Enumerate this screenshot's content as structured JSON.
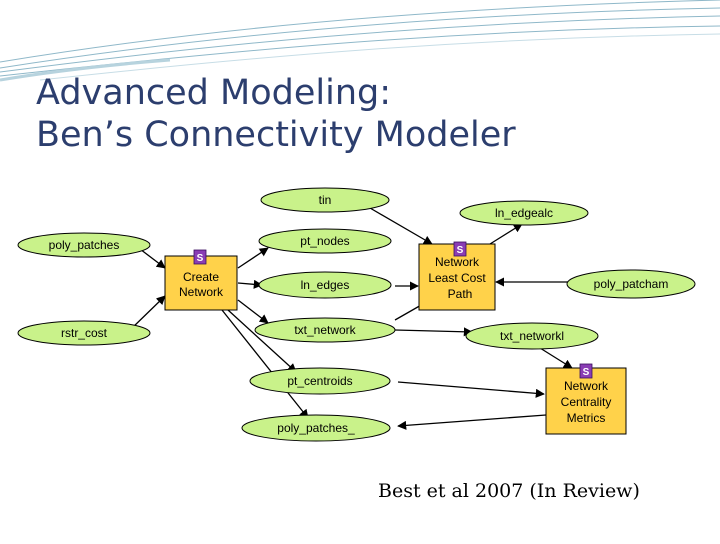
{
  "slide": {
    "title_line1": "Advanced Modeling:",
    "title_line2": "Ben’s Connectivity Modeler",
    "citation": "Best et al 2007 (In Review)"
  },
  "diagram": {
    "nodes": {
      "tin": "tin",
      "ln_edgealc": "ln_edgealc",
      "poly_patches": "poly_patches",
      "pt_nodes": "pt_nodes",
      "create_network": [
        "Create",
        "Network"
      ],
      "ln_edges": "ln_edges",
      "network_least_cost_path": [
        "Network",
        "Least Cost",
        "Path"
      ],
      "poly_patcham": "poly_patcham",
      "rstr_cost": "rstr_cost",
      "txt_network": "txt_network",
      "txt_networkl": "txt_networkl",
      "pt_centroids": "pt_centroids",
      "network_centrality_metrics": [
        "Network",
        "Centrality",
        "Metrics"
      ],
      "poly_patches_": "poly_patches_"
    },
    "tool_icon": "script-tool-icon",
    "colors": {
      "data_ellipse": "#c9f28a",
      "tool_box": "#ffd24a",
      "title_text": "#2c3e6e",
      "swoosh": "#8fb8c9",
      "arrow": "#000000"
    }
  }
}
